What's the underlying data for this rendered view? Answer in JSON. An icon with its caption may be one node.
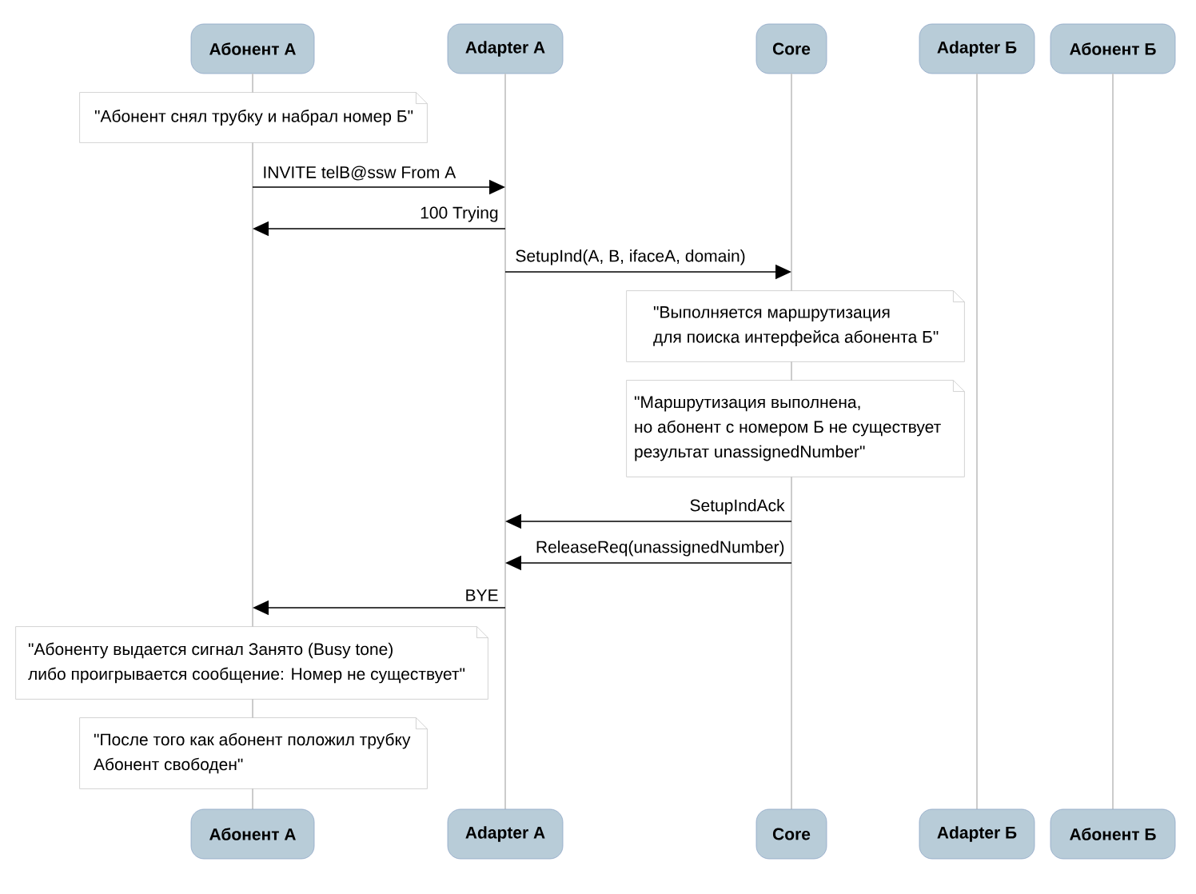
{
  "diagram": {
    "nodes": [
      {
        "text": [
          "Абонент А"
        ]
      },
      {
        "text": [
          "Adapter A"
        ]
      },
      {
        "text": [
          "Core"
        ]
      },
      {
        "text": [
          "Adapter Б"
        ]
      },
      {
        "text": [
          "Абонент Б"
        ]
      },
      {
        "text": [],
        "shape": "bar"
      },
      {
        "text": [],
        "shape": "bar"
      },
      {
        "text": [],
        "shape": "bar"
      },
      {
        "text": [],
        "shape": "bar"
      },
      {
        "text": [],
        "shape": "bar"
      },
      {
        "text": [
          "\"Абонент снял трубку и набрал номер Б\""
        ]
      },
      {
        "text": [
          "\"Выполняется маршрутизация для поиска интерфейса абонента Б\""
        ]
      },
      {
        "text": [
          "\"Маршрутизация выполнена, но абонент с номером Б не существует результат unassignedNumber\""
        ]
      },
      {
        "text": [
          "\"Абоненту выдается сигнал Занято (Busy tone) либо проигрывается сообщение: Номер не существует\""
        ]
      },
      {
        "text": [
          "\"После того как абонент положил трубку Абонент свободен\""
        ]
      },
      {
        "text": [
          "Абонент А"
        ]
      },
      {
        "text": [
          "Adapter A"
        ]
      },
      {
        "text": [
          "Core"
        ]
      },
      {
        "text": [
          "Adapter Б"
        ]
      },
      {
        "text": [
          "Абонент Б"
        ]
      }
    ],
    "edges": [
      {
        "from": 5,
        "to": 6,
        "arrow": "to",
        "label": "INVITE telB@ssw From A"
      },
      {
        "from": 6,
        "to": 5,
        "arrow": "to",
        "label": "100 Trying"
      },
      {
        "from": 6,
        "to": 7,
        "arrow": "to",
        "label": "SetupInd(A, B, ifaceA, domain)"
      },
      {
        "from": 7,
        "to": 6,
        "arrow": "to",
        "label": "SetupIndAck"
      },
      {
        "from": 7,
        "to": 6,
        "arrow": "to",
        "label": "ReleaseReq(unassignedNumber)"
      },
      {
        "from": 6,
        "to": 5,
        "arrow": "to",
        "label": "BYE"
      }
    ]
  }
}
